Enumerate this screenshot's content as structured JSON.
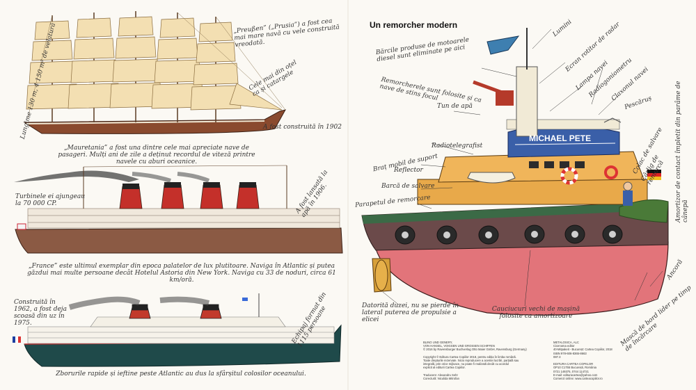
{
  "left_page": {
    "preussen": {
      "caption": "„Preußen” („Prusia”) a fost cea mai mare navă cu vele construită vreodată.",
      "dimensions": "Lungime 130 m, 4 150 m² de velatură",
      "note_rigging": "Cele mai din oțel ca și catargele",
      "built": "A fost construită în 1902"
    },
    "mauretania": {
      "caption": "„Mauretania” a fost una dintre cele mai apreciate nave de pasageri. Mulți ani de zile a deținut recordul de viteză printre navele cu aburi oceanice.",
      "turbines": "Turbinele ei ajungeau la 70 000 CP.",
      "launched": "A fost lansată la apă în 1906."
    },
    "france": {
      "caption": "„France” este ultimul exemplar din epoca palatelor de lux plutitoare. Naviga în Atlantic și putea găzdui mai multe persoane decât Hotelul Astoria din New York. Naviga cu 33 de noduri, circa 61 km/oră.",
      "built": "Construită în 1962, a fost deja scoasă din uz în 1975.",
      "crew": "Echipaj format din 1115 persoane",
      "footer": "Zborurile rapide și ieftine peste Atlantic au dus la sfârșitul colosilor oceanului."
    }
  },
  "right_page": {
    "title": "Un remorcher modern",
    "ship_name": "MICHAEL PETE",
    "labels": {
      "diesel": "Bărcile produse de motoarele diesel sunt eliminate pe aici",
      "lights": "Lumini",
      "radar_antenna": "Ecran rotitor de radar",
      "lamp": "Lampa navei",
      "radiogoniometer": "Radiogoniometru",
      "horn": "Claxonul navei",
      "water_cannon": "Tun de apă",
      "firefighting": "Remorcherele sunt folosite și ca nave de stins focul",
      "radiotelegraph": "Radiotelegrafist",
      "seagull": "Pescăruș",
      "crane": "Braț mobil de suport",
      "lifebuoy": "Colac de salvare",
      "towing_hook": "Cârlig de remorcă",
      "reflector": "Reflector",
      "lifeboat": "Barcă de salvare",
      "towing_rail": "Parapetul de remorcare",
      "fender_strip": "Amortizor de contact împletit din parâme de cânepă",
      "propeller": "Datorită duzei, nu se pierde în lateral puterea de propulsie a elicei",
      "tyres": "Cauciucuri vechi de mașină folosite ca amortizoare",
      "anchor": "Ancoră",
      "bow_fender": "Mască de bord lider pe timp de încărcare"
    },
    "imprint_left": [
      "BLINO UND GENERY,",
      "VON HANSEL, VOIGSEN UND GROSSEN SCHIFFEN",
      "© 2016 by Ravensburger Buchverlag Otto Maier GmbH, Ravensburg (Germany)",
      "",
      "Copyright © Editura Cartea Copiilor 2018, pentru ediția în limba română.",
      "Toate drepturile rezervate. Nicio reproducere a acestei lucrări, parțială sau",
      "integrală, prin orice mijloace, nu poate fi realizată decât cu acordul",
      "explicit al editurii Cartea Copiilor.",
      "",
      "Traducere: Alexandru Sehr",
      "Corectură: Niculida Mitrofan"
    ],
    "imprint_right": [
      "METALOSICA, ALC",
      "Cicenoma editor",
      "40-Mitpakeit - Bucureșt: Cartea Copiilor, 2018",
      "ISBN 978-606-8365-8663",
      "087.3",
      "",
      "EDITURA CARTEA COPIILOR",
      "OP10 C1755 București, România",
      "0721 149375, 0744 114721",
      "E-mail: edituracartea@yahoo.com",
      "Comenzi online: www.carteacopiilor.ro"
    ]
  }
}
